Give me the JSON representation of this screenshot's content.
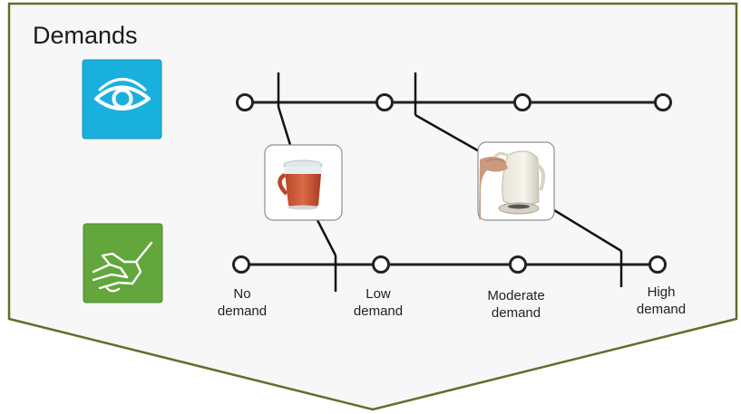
{
  "title": "Demands",
  "colors": {
    "frame_border": "#6b6a2a",
    "frame_fill": "#f7f7f7",
    "vision_icon_bg": "#1ab0de",
    "touch_icon_bg": "#62a63c",
    "scale_line": "#222222",
    "node_fill": "#ffffff"
  },
  "icons": {
    "vision": "eye-icon",
    "touch": "hand-touch-icon"
  },
  "objects": [
    {
      "name": "mug",
      "image": "mug-image"
    },
    {
      "name": "kettle",
      "image": "kettle-image"
    }
  ],
  "scale_labels": [
    {
      "line1": "No",
      "line2": "demand"
    },
    {
      "line1": "Low",
      "line2": "demand"
    },
    {
      "line1": "Moderate",
      "line2": "demand"
    },
    {
      "line1": "High",
      "line2": "demand"
    }
  ]
}
